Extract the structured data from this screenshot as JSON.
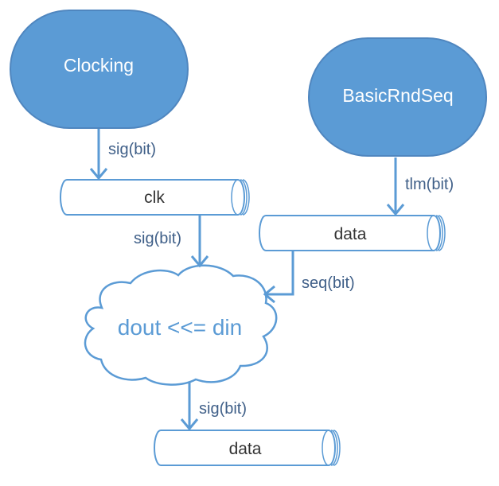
{
  "colors": {
    "accent": "#5b9bd5",
    "fill": "#5b9bd5",
    "white": "#ffffff",
    "text_dark": "#333333",
    "edge_label": "#3f5f88"
  },
  "nodes": {
    "clocking": "Clocking",
    "basic_rnd_seq": "BasicRndSeq",
    "clk": "clk",
    "data_in": "data",
    "cloud": "dout <<= din",
    "data_out": "data"
  },
  "edges": {
    "clocking_to_clk": "sig(bit)",
    "clk_to_cloud": "sig(bit)",
    "basic_to_data": "tlm(bit)",
    "data_to_cloud": "seq(bit)",
    "cloud_to_data": "sig(bit)"
  }
}
